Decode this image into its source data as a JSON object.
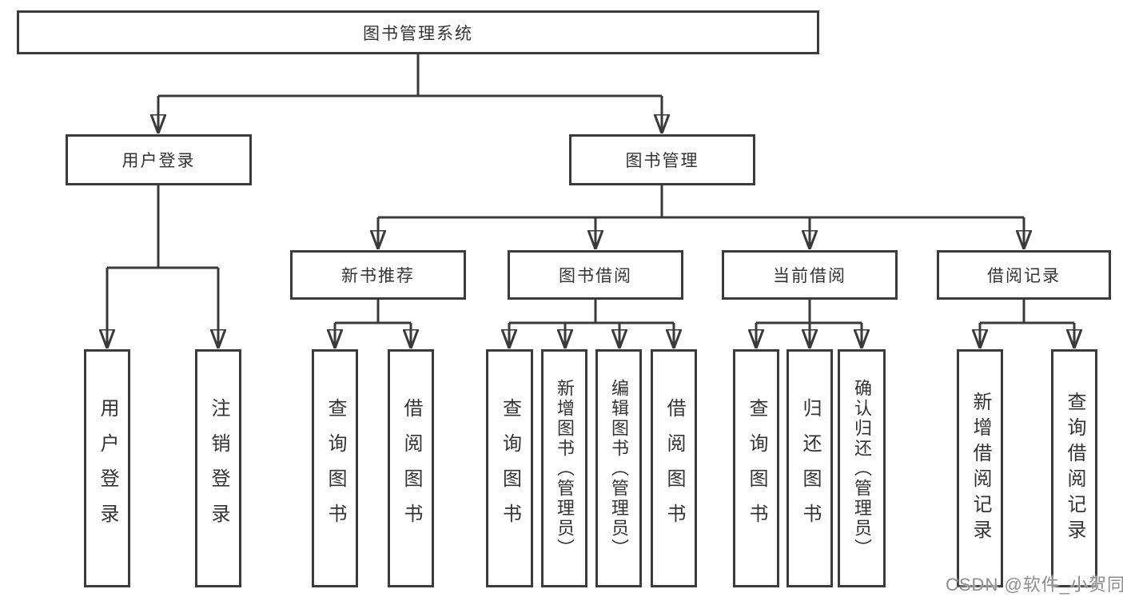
{
  "nodes": {
    "root": {
      "label": "图书管理系统"
    },
    "user_login": {
      "label": "用户登录"
    },
    "book_mgmt": {
      "label": "图书管理"
    },
    "new_book_rec": {
      "label": "新书推荐"
    },
    "book_borrow": {
      "label": "图书借阅"
    },
    "current_borrow": {
      "label": "当前借阅"
    },
    "borrow_records": {
      "label": "借阅记录"
    },
    "leaf_user_login": {
      "label": "用户登录"
    },
    "leaf_logout": {
      "label": "注销登录"
    },
    "leaf_nb_query": {
      "label": "查询图书"
    },
    "leaf_nb_borrow": {
      "label": "借阅图书"
    },
    "leaf_bb_query": {
      "label": "查询图书"
    },
    "leaf_bb_add": {
      "label": "新增图书（管理员）"
    },
    "leaf_bb_edit": {
      "label": "编辑图书（管理员）"
    },
    "leaf_bb_borrow": {
      "label": "借阅图书"
    },
    "leaf_cb_query": {
      "label": "查询图书"
    },
    "leaf_cb_return": {
      "label": "归还图书"
    },
    "leaf_cb_confirm": {
      "label": "确认归还（管理员）"
    },
    "leaf_br_add": {
      "label": "新增借阅记录"
    },
    "leaf_br_query": {
      "label": "查询借阅记录"
    }
  },
  "hierarchy": {
    "root": "图书管理系统",
    "children": [
      {
        "label": "用户登录",
        "children": [
          "用户登录",
          "注销登录"
        ]
      },
      {
        "label": "图书管理",
        "children": [
          {
            "label": "新书推荐",
            "children": [
              "查询图书",
              "借阅图书"
            ]
          },
          {
            "label": "图书借阅",
            "children": [
              "查询图书",
              "新增图书（管理员）",
              "编辑图书（管理员）",
              "借阅图书"
            ]
          },
          {
            "label": "当前借阅",
            "children": [
              "查询图书",
              "归还图书",
              "确认归还（管理员）"
            ]
          },
          {
            "label": "借阅记录",
            "children": [
              "新增借阅记录",
              "查询借阅记录"
            ]
          }
        ]
      }
    ]
  },
  "watermark": "CSDN @软件_小贺同学",
  "colors": {
    "line": "#3a3a3a",
    "border": "#3b3b3b",
    "text": "#333333",
    "watermark": "#8d8d8d",
    "background": "#ffffff"
  }
}
